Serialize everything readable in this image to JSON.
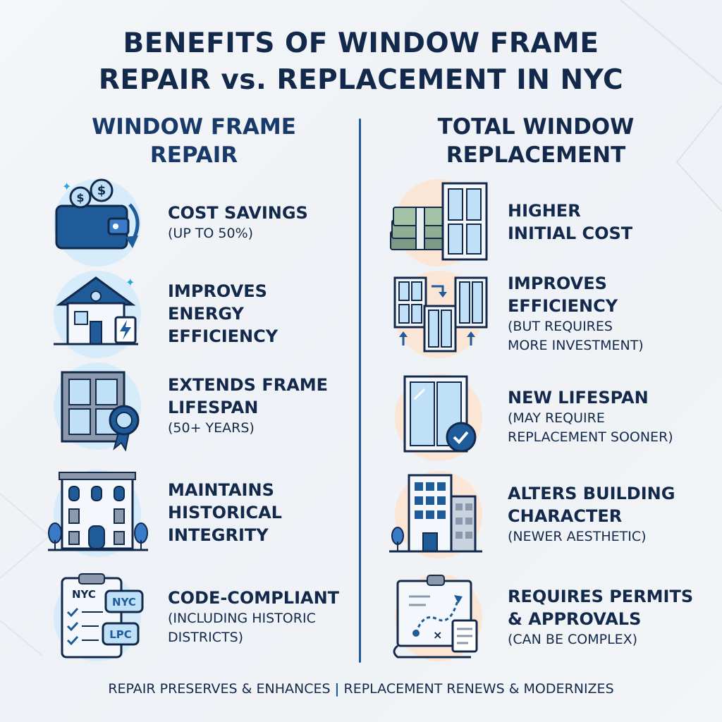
{
  "title_line1": "BENEFITS OF WINDOW FRAME",
  "title_line2": "REPAIR vs. REPLACEMENT IN NYC",
  "left_column": {
    "heading_line1": "WINDOW FRAME",
    "heading_line2": "REPAIR",
    "items": [
      {
        "icon": "wallet-coins-icon",
        "lines": [
          "COST SAVINGS"
        ],
        "sub": [
          "(UP TO 50%)"
        ]
      },
      {
        "icon": "house-energy-icon",
        "lines": [
          "IMPROVES",
          "ENERGY",
          "EFFICIENCY"
        ],
        "sub": []
      },
      {
        "icon": "window-award-icon",
        "lines": [
          "EXTENDS FRAME",
          "LIFESPAN"
        ],
        "sub": [
          "(50+ YEARS)"
        ]
      },
      {
        "icon": "historic-building-icon",
        "lines": [
          "MAINTAINS",
          "HISTORICAL",
          "INTEGRITY"
        ],
        "sub": []
      },
      {
        "icon": "clipboard-checklist-icon",
        "lines": [
          "CODE-COMPLIANT"
        ],
        "sub": [
          "(INCLUDING HISTORIC",
          "DISTRICTS)"
        ],
        "badges": [
          "NYC",
          "NYC",
          "LPC"
        ]
      }
    ]
  },
  "right_column": {
    "heading_line1": "TOTAL WINDOW",
    "heading_line2": "REPLACEMENT",
    "items": [
      {
        "icon": "cash-window-icon",
        "lines": [
          "HIGHER",
          "INITIAL COST"
        ],
        "sub": []
      },
      {
        "icon": "window-swap-icon",
        "lines": [
          "IMPROVES",
          "EFFICIENCY"
        ],
        "sub": [
          "(BUT REQUIRES",
          "MORE INVESTMENT)"
        ]
      },
      {
        "icon": "window-check-icon",
        "lines": [
          "NEW LIFESPAN"
        ],
        "sub": [
          "(MAY REQUIRE",
          "REPLACEMENT SOONER)"
        ]
      },
      {
        "icon": "modern-building-icon",
        "lines": [
          "ALTERS BUILDING",
          "CHARACTER"
        ],
        "sub": [
          "(NEWER AESTHETIC)"
        ]
      },
      {
        "icon": "blueprint-permit-icon",
        "lines": [
          "REQUIRES PERMITS",
          "& APPROVALS"
        ],
        "sub": [
          "(CAN BE COMPLEX)"
        ]
      }
    ]
  },
  "footer": {
    "left": "REPAIR PRESERVES & ENHANCES",
    "separator": "|",
    "right": "REPLACEMENT RENEWS & MODERNIZES"
  },
  "colors": {
    "navy": "#13294b",
    "blue": "#1f5a99",
    "left_circle": "#d6ecfa",
    "right_circle": "#fbe6d6",
    "icon_light": "#bfe0f7"
  }
}
